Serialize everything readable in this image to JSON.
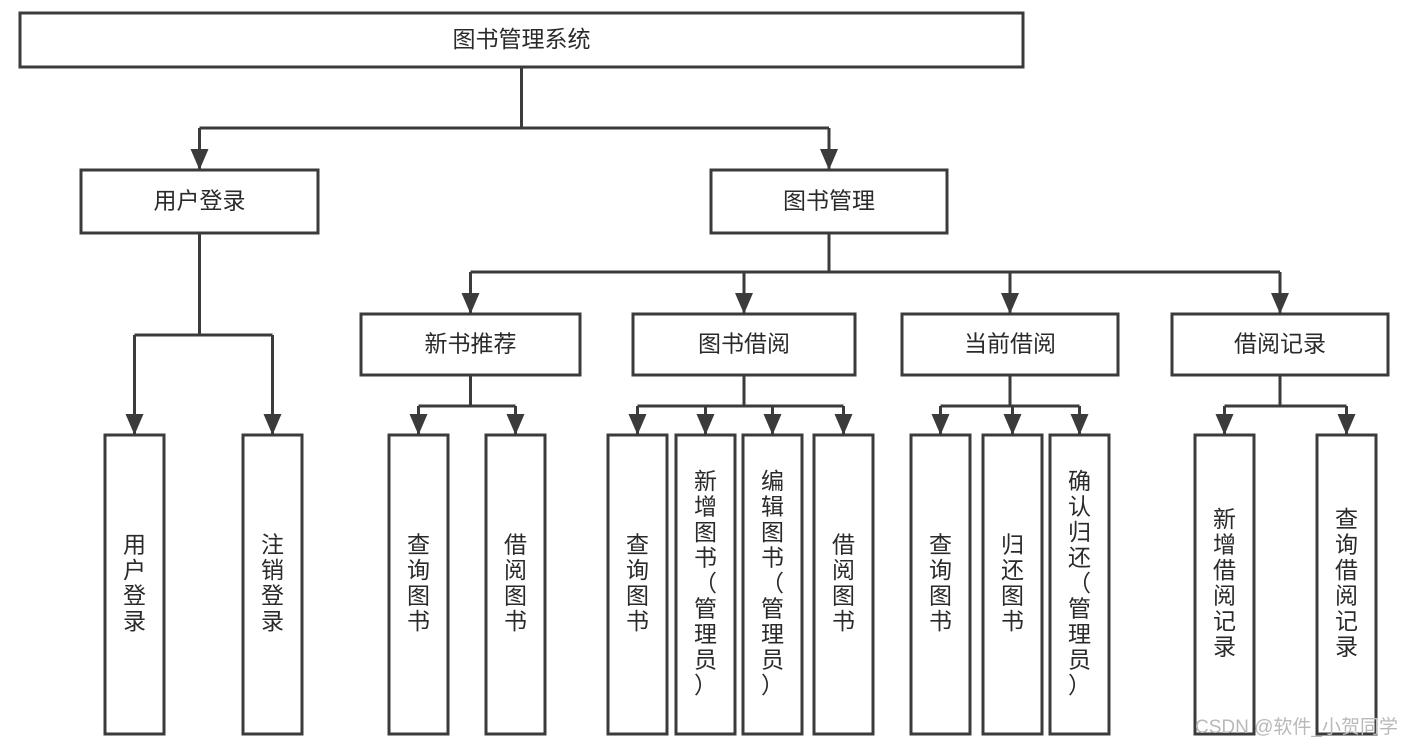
{
  "diagram": {
    "title": "图书管理系统",
    "type": "tree",
    "orientation": "top-down",
    "colors": {
      "box_stroke": "#3b3b3b",
      "box_fill": "#ffffff",
      "connector": "#3b3b3b",
      "label_text": "#2a2a2a",
      "watermark": "#b9b9b9",
      "background": "#ffffff"
    },
    "root": {
      "id": "root",
      "label": "图书管理系统",
      "level": 0,
      "orientation": "horizontal"
    },
    "level1": [
      {
        "id": "user-login",
        "label": "用户登录",
        "level": 1,
        "orientation": "horizontal"
      },
      {
        "id": "book-management",
        "label": "图书管理",
        "level": 1,
        "orientation": "horizontal"
      }
    ],
    "level2": [
      {
        "id": "new-book-recommend",
        "label": "新书推荐",
        "level": 2,
        "orientation": "horizontal",
        "parent": "book-management"
      },
      {
        "id": "book-borrow",
        "label": "图书借阅",
        "level": 2,
        "orientation": "horizontal",
        "parent": "book-management"
      },
      {
        "id": "current-borrow",
        "label": "当前借阅",
        "level": 2,
        "orientation": "horizontal",
        "parent": "book-management"
      },
      {
        "id": "borrow-record",
        "label": "借阅记录",
        "level": 2,
        "orientation": "horizontal",
        "parent": "book-management"
      }
    ],
    "leaves": [
      {
        "id": "leaf-user-login",
        "label": "用户登录",
        "level": 2,
        "orientation": "vertical",
        "parent": "user-login"
      },
      {
        "id": "leaf-logout",
        "label": "注销登录",
        "level": 2,
        "orientation": "vertical",
        "parent": "user-login"
      },
      {
        "id": "leaf-query-book-recommend",
        "label": "查询图书",
        "level": 3,
        "orientation": "vertical",
        "parent": "new-book-recommend"
      },
      {
        "id": "leaf-borrow-book-recommend",
        "label": "借阅图书",
        "level": 3,
        "orientation": "vertical",
        "parent": "new-book-recommend"
      },
      {
        "id": "leaf-query-book-borrow",
        "label": "查询图书",
        "level": 3,
        "orientation": "vertical",
        "parent": "book-borrow"
      },
      {
        "id": "leaf-add-book",
        "label": "新增图书（管理员）",
        "level": 3,
        "orientation": "vertical",
        "parent": "book-borrow"
      },
      {
        "id": "leaf-edit-book",
        "label": "编辑图书（管理员）",
        "level": 3,
        "orientation": "vertical",
        "parent": "book-borrow"
      },
      {
        "id": "leaf-borrow-book",
        "label": "借阅图书",
        "level": 3,
        "orientation": "vertical",
        "parent": "book-borrow"
      },
      {
        "id": "leaf-query-book-current",
        "label": "查询图书",
        "level": 3,
        "orientation": "vertical",
        "parent": "current-borrow"
      },
      {
        "id": "leaf-return-book",
        "label": "归还图书",
        "level": 3,
        "orientation": "vertical",
        "parent": "current-borrow"
      },
      {
        "id": "leaf-confirm-return",
        "label": "确认归还（管理员）",
        "level": 3,
        "orientation": "vertical",
        "parent": "current-borrow"
      },
      {
        "id": "leaf-add-record",
        "label": "新增借阅记录",
        "level": 3,
        "orientation": "vertical",
        "parent": "borrow-record"
      },
      {
        "id": "leaf-query-record",
        "label": "查询借阅记录",
        "level": 3,
        "orientation": "vertical",
        "parent": "borrow-record"
      }
    ]
  },
  "watermark": {
    "text": "CSDN @软件_小贺同学"
  }
}
